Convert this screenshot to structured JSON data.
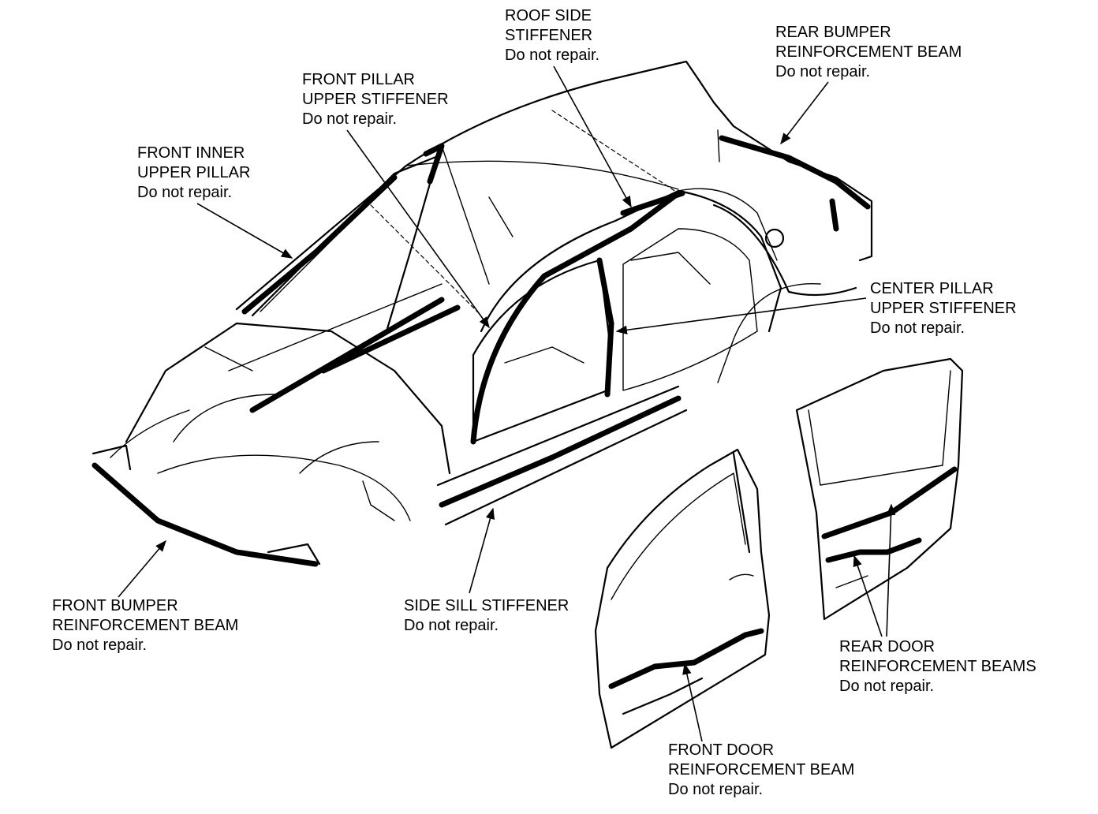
{
  "callouts": {
    "roof_side": [
      "ROOF SIDE",
      "STIFFENER",
      "Do not repair."
    ],
    "rear_bumper": [
      "REAR BUMPER",
      "REINFORCEMENT BEAM",
      "Do not repair."
    ],
    "front_pillar": [
      "FRONT PILLAR",
      "UPPER STIFFENER",
      "Do not repair."
    ],
    "front_inner": [
      "FRONT INNER",
      "UPPER PILLAR",
      "Do not repair."
    ],
    "center_pillar": [
      "CENTER PILLAR",
      "UPPER STIFFENER",
      "Do not repair."
    ],
    "front_bumper": [
      "FRONT BUMPER",
      "REINFORCEMENT BEAM",
      "Do not repair."
    ],
    "side_sill": [
      "SIDE SILL STIFFENER",
      "Do not repair."
    ],
    "rear_door": [
      "REAR DOOR",
      "REINFORCEMENT BEAMS",
      "Do not repair."
    ],
    "front_door": [
      "FRONT DOOR",
      "REINFORCEMENT BEAM",
      "Do not repair."
    ]
  }
}
